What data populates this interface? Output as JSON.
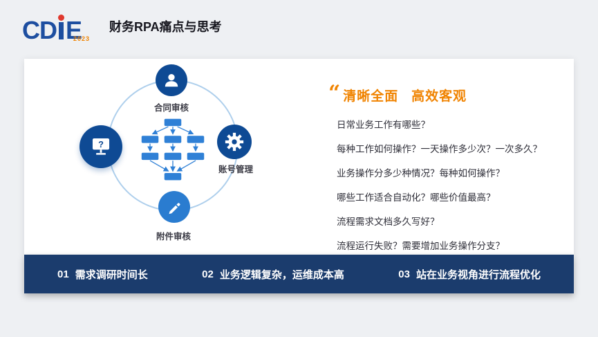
{
  "header": {
    "logo": {
      "cd": "CD",
      "e": "E",
      "year": "2023"
    },
    "title": "财务RPA痛点与思考"
  },
  "diagram": {
    "nodes": [
      {
        "id": "top",
        "label": "合同审核",
        "icon": "person-icon"
      },
      {
        "id": "left",
        "label": "",
        "icon": "monitor-question-icon"
      },
      {
        "id": "right",
        "label": "账号管理",
        "icon": "gear-icon"
      },
      {
        "id": "bottom",
        "label": "附件审核",
        "icon": "pen-icon"
      }
    ]
  },
  "content": {
    "quote_mark": "“",
    "headline": "清晰全面   高效客观",
    "questions": [
      "日常业务工作有哪些？",
      "每种工作如何操作？一天操作多少次？一次多久？",
      "业务操作分多少种情况？每种如何操作？",
      "哪些工作适合自动化？哪些价值最高？",
      "流程需求文档多久写好？",
      "流程运行失败？需要增加业务操作分支？"
    ]
  },
  "footer": {
    "items": [
      {
        "num": "01",
        "text": "需求调研时间长"
      },
      {
        "num": "02",
        "text": "业务逻辑复杂，运维成本高"
      },
      {
        "num": "03",
        "text": "站在业务视角进行流程优化"
      }
    ]
  },
  "colors": {
    "accent_orange": "#f08300",
    "navy_bar": "#1b3c6d",
    "node_dark_blue": "#0e4a94",
    "node_light_blue": "#2a7cd0",
    "orbit_blue": "#aecfec",
    "logo_blue": "#1d4ea0",
    "logo_red": "#e0392e"
  }
}
